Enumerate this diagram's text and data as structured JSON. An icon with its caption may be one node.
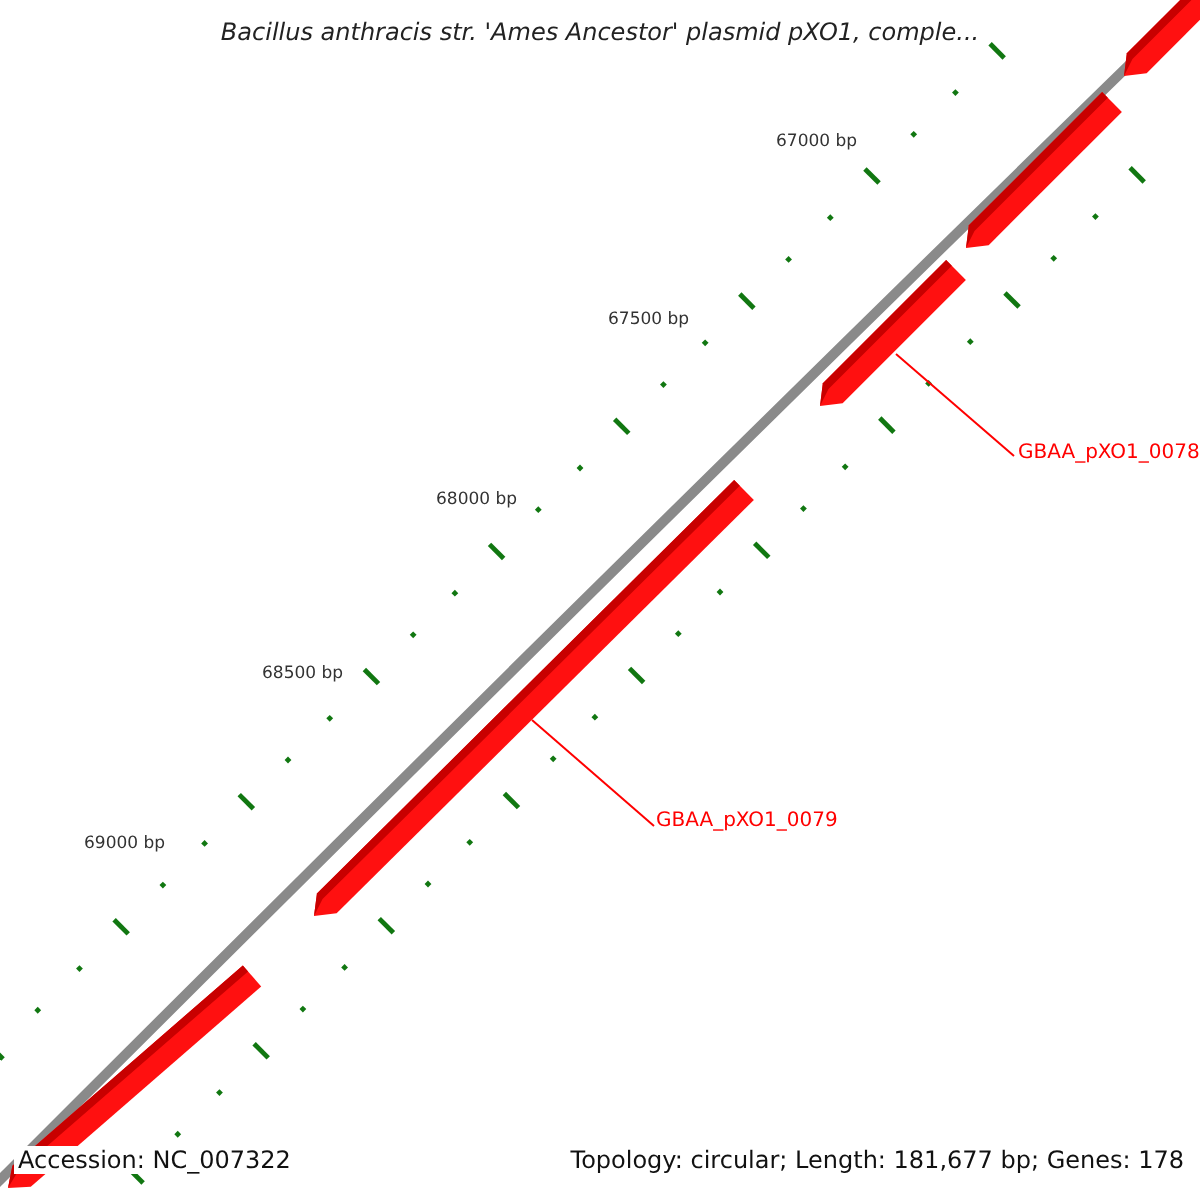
{
  "diagram": {
    "title": "Bacillus anthracis str. 'Ames Ancestor' plasmid pXO1, comple...",
    "nodes": [
      {
        "text": [],
        "shape": "bar"
      },
      {
        "text": [],
        "shape": "bar"
      },
      {
        "text": [
          "GBAA_pXO1_0078"
        ]
      },
      {
        "text": [],
        "shape": "bar"
      },
      {
        "text": [
          "GBAA_pXO1_0079"
        ]
      },
      {
        "text": [],
        "shape": "bar"
      },
      {
        "text": [],
        "shape": "bar"
      }
    ],
    "edges": [
      {
        "from": 2,
        "to": 3,
        "arrow": "none"
      },
      {
        "from": 4,
        "to": 5,
        "arrow": "none"
      }
    ],
    "labels": [
      "67000 bp",
      "67500 bp",
      "68000 bp",
      "68500 bp",
      "69000 bp",
      "Accession: NC_007322",
      "Topology: circular; Length: 181,677 bp; Genes: 178"
    ]
  }
}
